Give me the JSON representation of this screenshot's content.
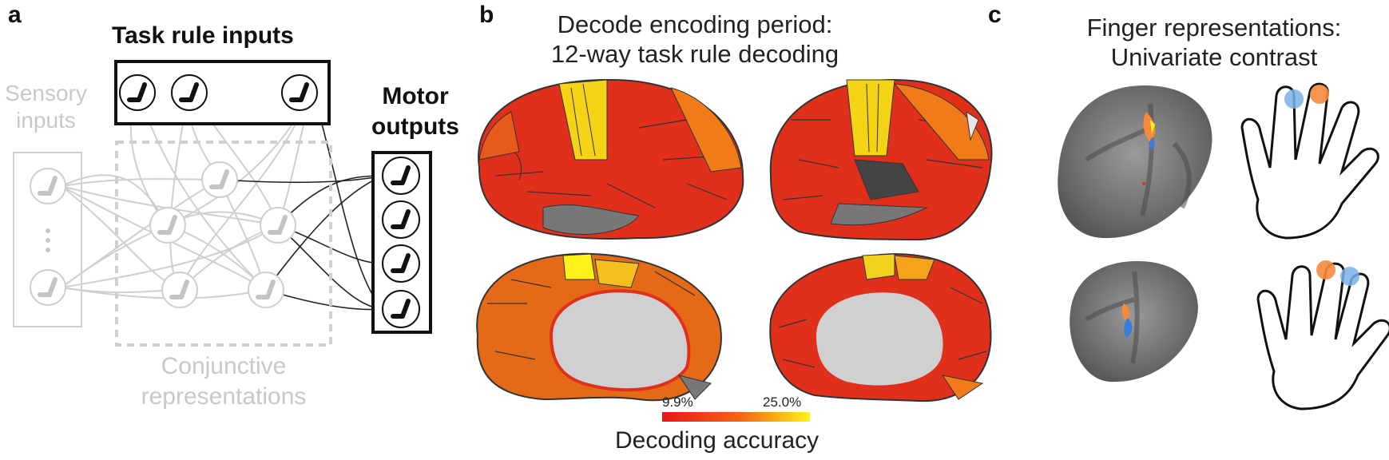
{
  "panel_a": {
    "letter": "a",
    "task_rule_inputs": "Task rule inputs",
    "ellipsis_label": "···",
    "sensory_inputs_line1": "Sensory",
    "sensory_inputs_line2": "inputs",
    "motor_outputs_line1": "Motor",
    "motor_outputs_line2": "outputs",
    "conjunctive_line1": "Conjunctive",
    "conjunctive_line2": "representations"
  },
  "panel_b": {
    "letter": "b",
    "title_line1": "Decode encoding period:",
    "title_line2": "12-way task rule decoding",
    "colorbar_min": "9.9%",
    "colorbar_max": "25.0%",
    "colorbar_label": "Decoding accuracy",
    "colors": {
      "low": "#e8141a",
      "mid": "#f57a10",
      "high": "#fff21a"
    }
  },
  "panel_c": {
    "letter": "c",
    "title_line1": "Finger representations:",
    "title_line2": "Univariate contrast",
    "colors": {
      "warm": "#f58a3a",
      "cool": "#7ab2e6"
    }
  }
}
